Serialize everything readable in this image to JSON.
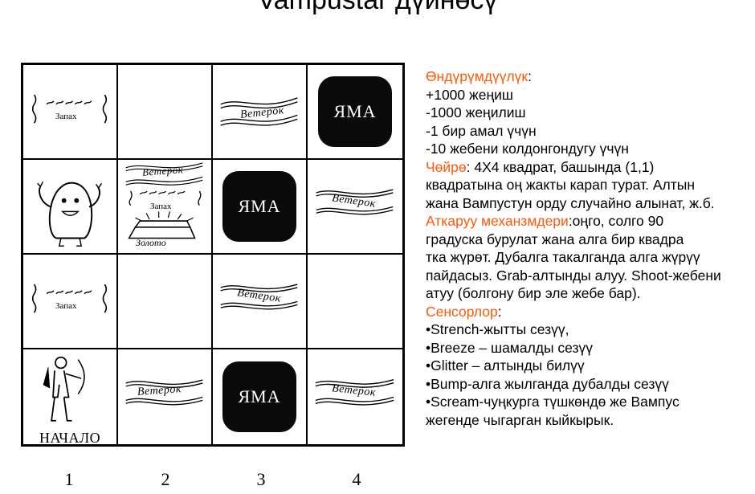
{
  "title": "Vampustar дүйнөсү",
  "colors": {
    "accent": "#ff5a0a",
    "pit": "#0a0a0a"
  },
  "grid": {
    "labels": {
      "stench": "Запах",
      "breeze": "Ветерок",
      "pit": "ЯМА",
      "gold": "Золото",
      "start": "НАЧАЛО"
    },
    "column_numbers": [
      "1",
      "2",
      "3",
      "4"
    ]
  },
  "description": {
    "performance": {
      "heading": "Өндүрүмдүүлүк",
      "lines": [
        "+1000 жеңиш",
        "-1000 жеңилиш",
        "-1 бир амал үчүн",
        "-10 жебени колдонгондугу үчүн"
      ]
    },
    "environment": {
      "heading": "Чөйрө",
      "text_1": ": 4Х4 квадрат, башында (1,1)",
      "lines": [
        "квадратына оң жакты карап турат. Алтын",
        "жана Вампустун орду случайно алынат, ж.б."
      ]
    },
    "actuators": {
      "heading": "Аткаруу механзмдери",
      "text_1": ":оңго, солго 90",
      "lines": [
        "градуска бурулат жана алга бир квадра",
        "тка жүрөт. Дубалга такалганда алга жүрүү",
        "пайдасыз. Grab-алтынды алуу. Shoot-жебени",
        "атуу (болгону бир эле жебе бар)."
      ]
    },
    "sensors": {
      "heading": "Сенсорлор",
      "colon": ":",
      "lines": [
        "•Strench-жытты сезүү,",
        "•Breeze – шамалды сезүү",
        "•Glitter – алтынды билүү",
        "•Bump-алга жылганда дубалды сезүү",
        "•Scream-чуңкурга түшкөндө же Вампус",
        "жегенде чыгарган кыйкырык."
      ]
    }
  }
}
